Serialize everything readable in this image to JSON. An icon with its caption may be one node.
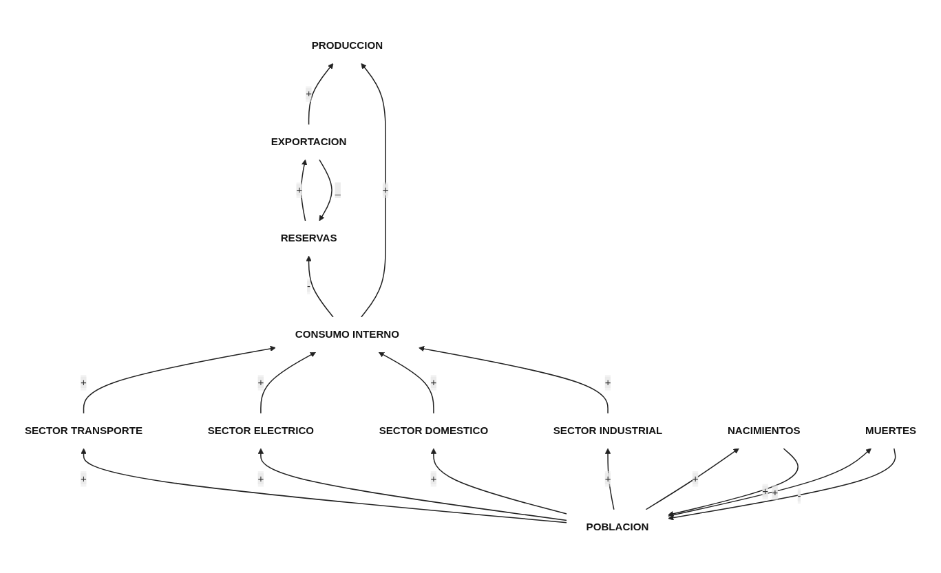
{
  "diagram": {
    "nodes": [
      {
        "text": [
          "RESERVAS"
        ]
      },
      {
        "text": [
          "EXPORTACION"
        ]
      },
      {
        "text": [
          "PRODUCCION"
        ]
      },
      {
        "text": [
          "CONSUMO INTERNO"
        ]
      },
      {
        "text": [
          "SECTOR INDUSTRIAL"
        ]
      },
      {
        "text": [
          "SECTOR TRANSPORTE"
        ]
      },
      {
        "text": [
          "SECTOR ELECTRICO"
        ]
      },
      {
        "text": [
          "SECTOR DOMESTICO"
        ]
      },
      {
        "text": [
          "POBLACION"
        ]
      },
      {
        "text": [
          "NACIMIENTOS"
        ]
      },
      {
        "text": [
          "MUERTES"
        ]
      }
    ],
    "edges": [
      {
        "from": 0,
        "to": 1,
        "arrow": "to",
        "label": "+"
      },
      {
        "from": 1,
        "to": 0,
        "arrow": "to",
        "label": "_"
      },
      {
        "from": 1,
        "to": 2,
        "arrow": "to",
        "label": "+"
      },
      {
        "from": 3,
        "to": 2,
        "arrow": "to",
        "label": "+"
      },
      {
        "from": 3,
        "to": 0,
        "arrow": "to",
        "label": "-"
      },
      {
        "from": 5,
        "to": 3,
        "arrow": "to",
        "label": "+"
      },
      {
        "from": 6,
        "to": 3,
        "arrow": "to",
        "label": "+"
      },
      {
        "from": 7,
        "to": 3,
        "arrow": "to",
        "label": "+"
      },
      {
        "from": 4,
        "to": 3,
        "arrow": "to",
        "label": "+"
      },
      {
        "from": 8,
        "to": 5,
        "arrow": "to",
        "label": "+"
      },
      {
        "from": 8,
        "to": 6,
        "arrow": "to",
        "label": "+"
      },
      {
        "from": 8,
        "to": 7,
        "arrow": "to",
        "label": "+"
      },
      {
        "from": 8,
        "to": 4,
        "arrow": "to",
        "label": "+"
      },
      {
        "from": 8,
        "to": 9,
        "arrow": "to",
        "label": "+"
      },
      {
        "from": 9,
        "to": 8,
        "arrow": "to",
        "label": "+"
      },
      {
        "from": 10,
        "to": 8,
        "arrow": "to",
        "label": "-"
      },
      {
        "from": 8,
        "to": 10,
        "arrow": "to",
        "label": "+"
      }
    ]
  }
}
